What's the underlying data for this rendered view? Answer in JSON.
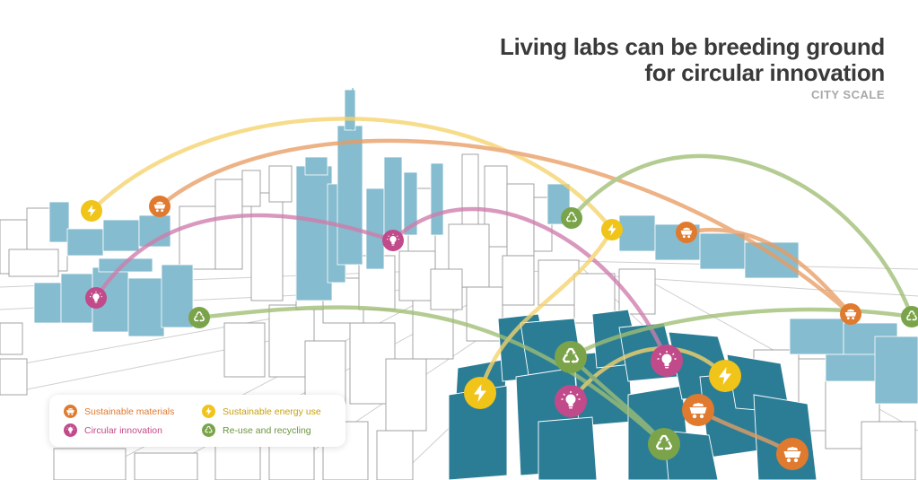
{
  "header": {
    "title_line1": "Living labs can be  breeding ground",
    "title_line2": "for circular innovation",
    "subtitle": "CITY SCALE"
  },
  "legend": {
    "items": [
      {
        "label": "Sustainable materials",
        "icon": "mine-cart-icon",
        "color": "#e07a2f"
      },
      {
        "label": "Sustainable energy use",
        "icon": "lightning-icon",
        "color": "#f0c419"
      },
      {
        "label": "Circular innovation",
        "icon": "lightbulb-icon",
        "color": "#c14a8a"
      },
      {
        "label": "Re-use and recycling",
        "icon": "recycle-icon",
        "color": "#7ba44a"
      }
    ]
  },
  "colors": {
    "materials": "#e07a2f",
    "energy": "#f0c419",
    "innovation": "#c14a8a",
    "recycling": "#7ba44a",
    "building_blue": "#7fb6c9",
    "building_teal": "#2b7d96",
    "title": "#3a3a3a",
    "subtitle": "#a8a8a8"
  }
}
